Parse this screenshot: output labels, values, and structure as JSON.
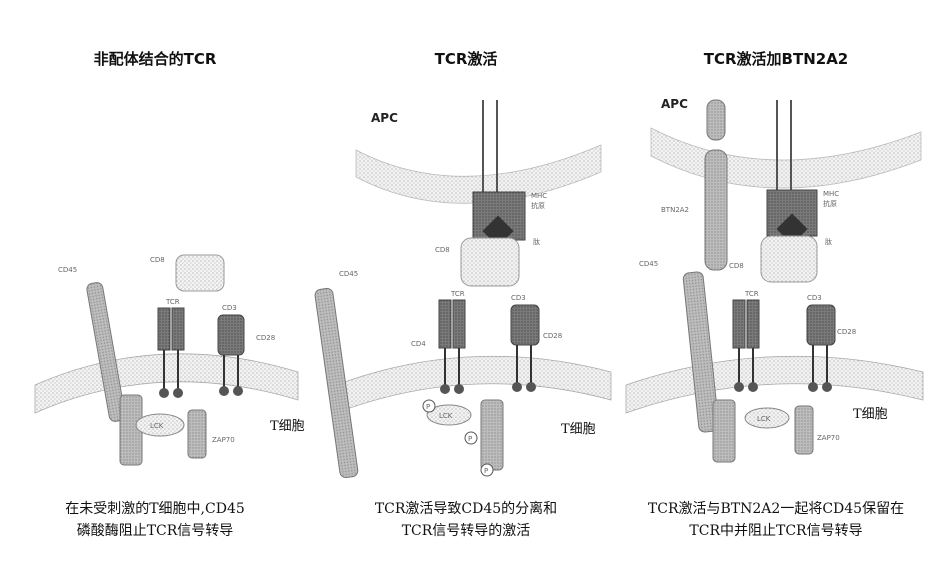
{
  "panels": [
    {
      "title": "非配体结合的TCR",
      "caption_line1": "在未受刺激的T细胞中,CD45",
      "caption_line2": "磷酸酶阻止TCR信号转导",
      "labels": {
        "cd45": "CD45",
        "cd8": "CD8",
        "cd3": "CD3",
        "cd28": "CD28",
        "tcr": "TCR",
        "lck": "LCK",
        "zap70": "ZAP70",
        "tcell": "T细胞"
      }
    },
    {
      "title": "TCR激活",
      "caption_line1": "TCR激活导致CD45的分离和",
      "caption_line2": "TCR信号转导的激活",
      "labels": {
        "apc": "APC",
        "mhc": "MHC",
        "antigen": "抗原",
        "pa": "肽",
        "cd8": "CD8",
        "tcr": "TCR",
        "cd45": "CD45",
        "cd3": "CD3",
        "cd28": "CD28",
        "cd4": "CD4",
        "lck": "LCK",
        "p": "P",
        "tcell": "T细胞"
      }
    },
    {
      "title": "TCR激活加BTN2A2",
      "caption_line1": "TCR激活与BTN2A2一起将CD45保留在",
      "caption_line2": "TCR中并阻止TCR信号转导",
      "labels": {
        "apc": "APC",
        "mhc": "MHC",
        "antigen": "抗原",
        "btn2a2": "BTN2A2",
        "pa": "肽",
        "cd45": "CD45",
        "cd8": "CD8",
        "tcr": "TCR",
        "cd3": "CD3",
        "cd28": "CD28",
        "lck": "LCK",
        "zap70": "ZAP70",
        "tcell": "T细胞"
      }
    }
  ]
}
